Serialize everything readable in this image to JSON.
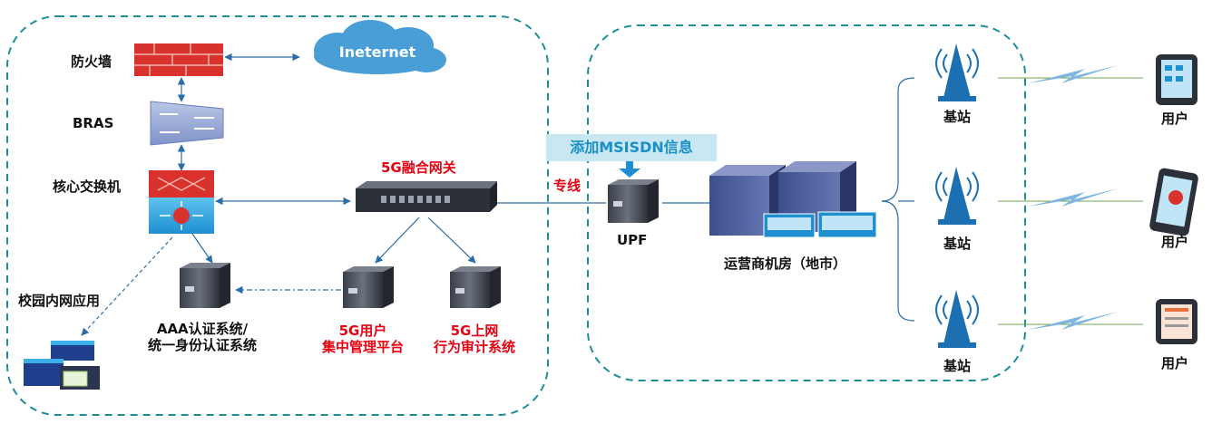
{
  "labels": {
    "firewall": "防火墙",
    "bras": "BRAS",
    "core_switch": "核心交换机",
    "internet": "Ineternet",
    "gateway": "5G融合网关",
    "campus_intranet": "校园内网应用",
    "aaa_line1": "AAA认证系统/",
    "aaa_line2": "统一身份认证系统",
    "user_mgmt_line1": "5G用户",
    "user_mgmt_line2": "集中管理平台",
    "audit_line1": "5G上网",
    "audit_line2": "行为审计系统",
    "msisdn": "添加MSISDN信息",
    "dedicated_line": "专线",
    "upf": "UPF",
    "operator_room": "运营商机房（地市）",
    "base_station_1": "基站",
    "base_station_2": "基站",
    "base_station_3": "基站",
    "user_1": "用户",
    "user_2": "用户",
    "user_3": "用户"
  },
  "colors": {
    "zone_border": "#1b8f9a",
    "line": "#2b6ea6",
    "red_text": "#e60012",
    "callout_bg": "#c9e6f3",
    "callout_text": "#1a8fc8",
    "tower": "#1c6fb0",
    "cloud": "#4a9ed6",
    "firewall": "#d9312b"
  }
}
